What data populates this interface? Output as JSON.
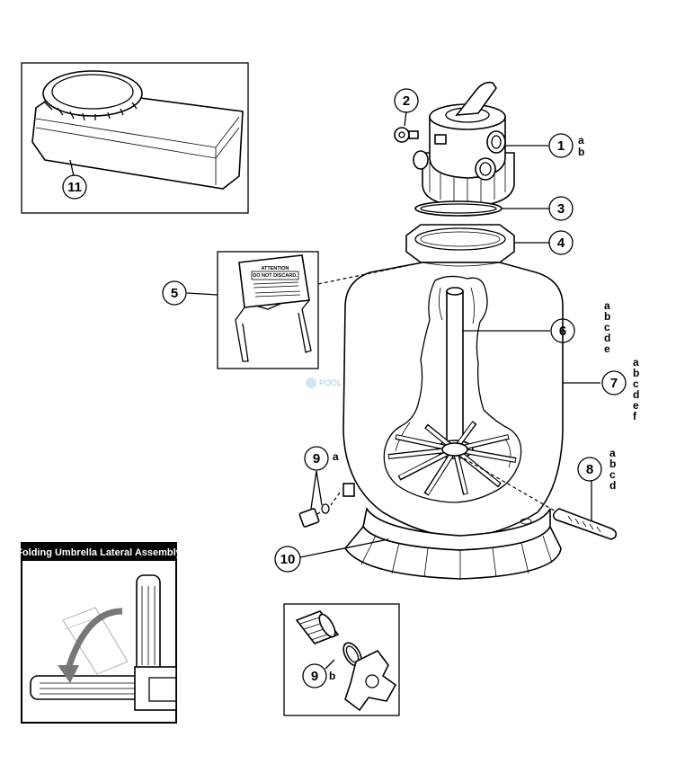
{
  "callouts": [
    {
      "number": "1",
      "suffixes": [
        "a",
        "b"
      ]
    },
    {
      "number": "2",
      "suffixes": []
    },
    {
      "number": "3",
      "suffixes": []
    },
    {
      "number": "4",
      "suffixes": []
    },
    {
      "number": "5",
      "suffixes": []
    },
    {
      "number": "6",
      "suffixes": [
        "a",
        "b",
        "c",
        "d",
        "e"
      ]
    },
    {
      "number": "7",
      "suffixes": [
        "a",
        "b",
        "c",
        "d",
        "e",
        "f"
      ]
    },
    {
      "number": "8",
      "suffixes": [
        "a",
        "b",
        "c",
        "d"
      ]
    },
    {
      "number": "9",
      "suffixes": [
        "a"
      ]
    },
    {
      "number": "10",
      "suffixes": []
    },
    {
      "number": "11",
      "suffixes": []
    },
    {
      "number": "9",
      "suffixes": [
        "b"
      ]
    }
  ],
  "inset": {
    "title": "Folding Umbrella Lateral Assembly"
  },
  "sign": {
    "heading_line1": "ATTENTION",
    "heading_line2": "DO NOT DISCARD."
  },
  "watermark": "POOL",
  "colors": {
    "line": "#000000",
    "background": "#ffffff",
    "inset_header": "#000000",
    "inset_title": "#ffffff",
    "watermark": "#9ec9e6"
  }
}
